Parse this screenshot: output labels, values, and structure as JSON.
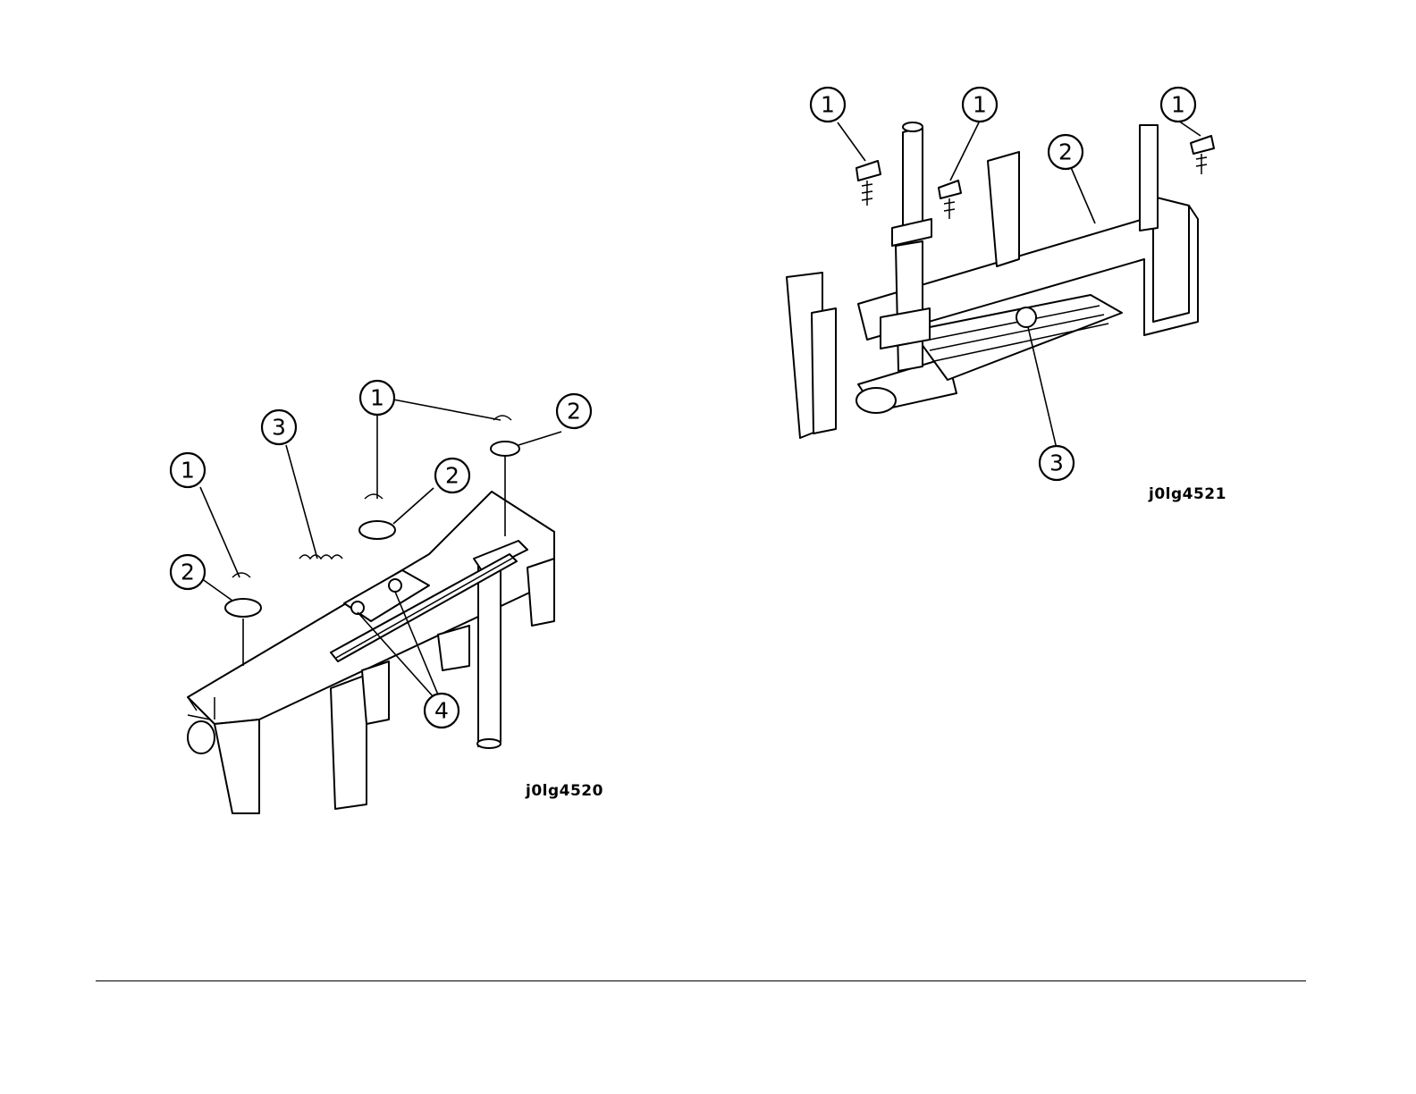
{
  "figures": [
    {
      "id_label": "j0lg4520",
      "callouts": {
        "c1a": "1",
        "c1b": "1",
        "c2a": "2",
        "c2b": "2",
        "c2c": "2",
        "c3": "3",
        "c4": "4"
      }
    },
    {
      "id_label": "j0lg4521",
      "callouts": {
        "c1a": "1",
        "c1b": "1",
        "c1c": "1",
        "c2": "2",
        "c3": "3"
      }
    }
  ]
}
